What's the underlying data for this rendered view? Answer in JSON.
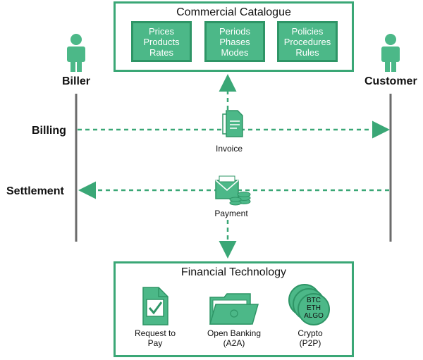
{
  "commercial": {
    "title": "Commercial Catalogue",
    "tiles": [
      [
        "Prices",
        "Products",
        "Rates"
      ],
      [
        "Periods",
        "Phases",
        "Modes"
      ],
      [
        "Policies",
        "Procedures",
        "Rules"
      ]
    ]
  },
  "actors": {
    "biller": "Biller",
    "customer": "Customer"
  },
  "flows": {
    "billing": "Billing",
    "settlement": "Settlement",
    "invoice": "Invoice",
    "payment": "Payment"
  },
  "fintech": {
    "title": "Financial Technology",
    "items": [
      {
        "label_1": "Request to",
        "label_2": "Pay"
      },
      {
        "label_1": "Open Banking",
        "label_2": "(A2A)"
      },
      {
        "label_1": "Crypto",
        "label_2": "(P2P)"
      }
    ],
    "coins": [
      "BTC",
      "ETH",
      "ALGO"
    ]
  },
  "colors": {
    "accent": "#4cb888",
    "dark": "#2e9566",
    "line": "#6b6b6b"
  }
}
